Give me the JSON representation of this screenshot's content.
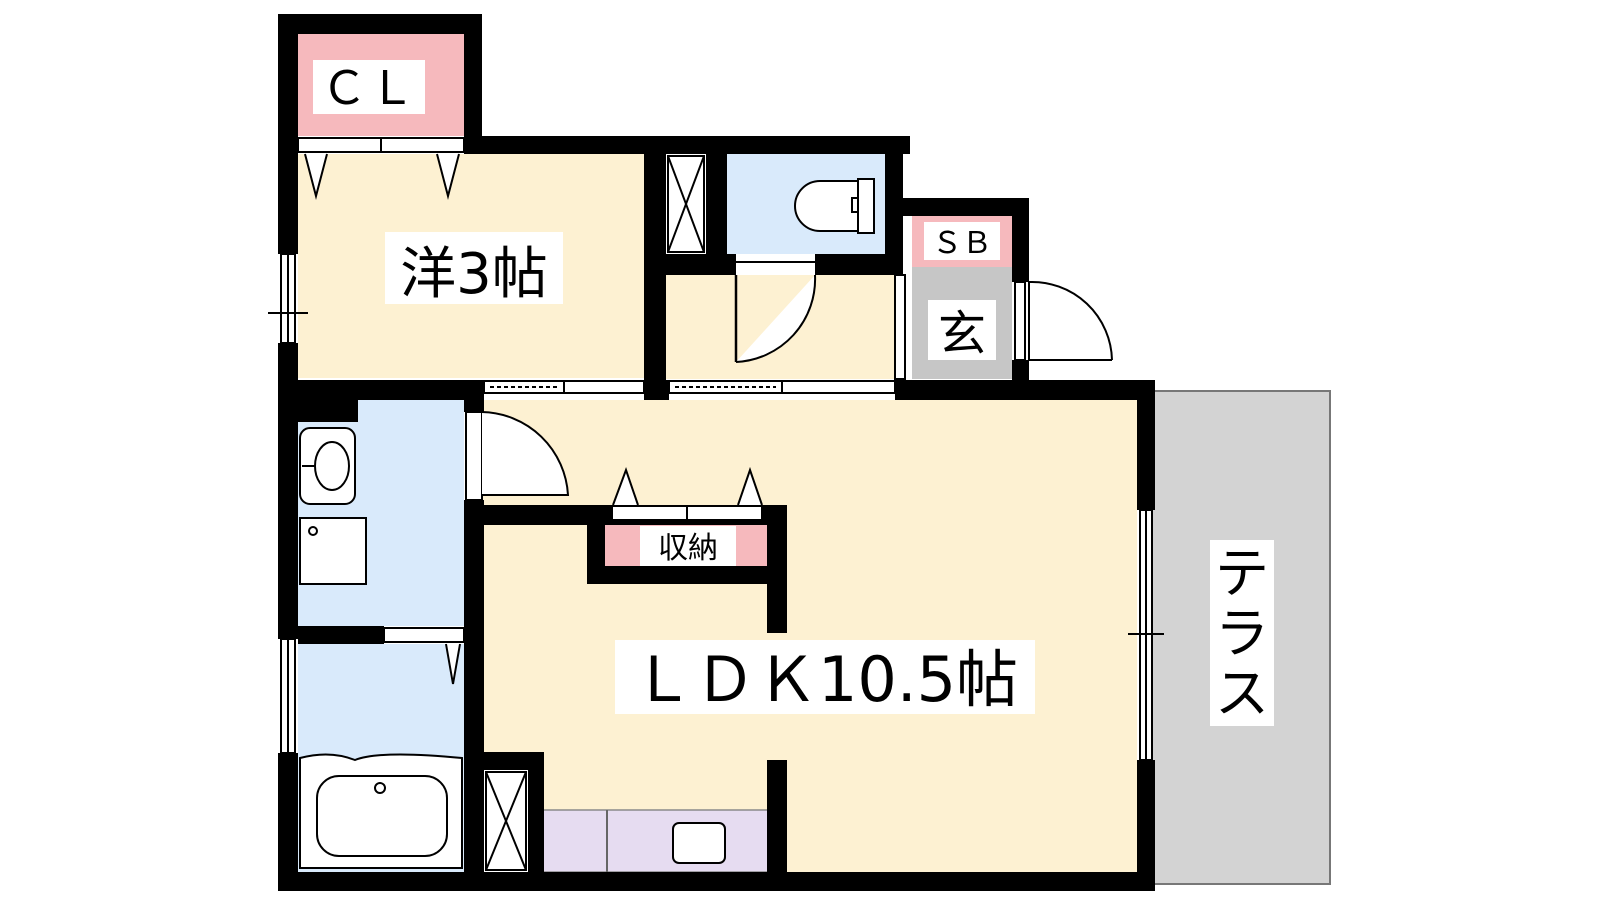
{
  "rooms": {
    "closet": "ＣＬ",
    "western_room": "洋3帖",
    "shoe_box": "ＳＢ",
    "entrance": "玄",
    "storage": "収納",
    "ldk": "ＬＤＫ10.5帖",
    "terrace_chars": [
      "テ",
      "ラ",
      "ス"
    ]
  },
  "colors": {
    "wall": "#000000",
    "room_floor": "#fdf1d2",
    "wet_area": "#d9eafb",
    "closet_pink": "#f6b9bd",
    "entrance_gray": "#c6c6c6",
    "terrace_gray": "#d3d3d3",
    "kitchen_lilac": "#e6dcf1"
  }
}
